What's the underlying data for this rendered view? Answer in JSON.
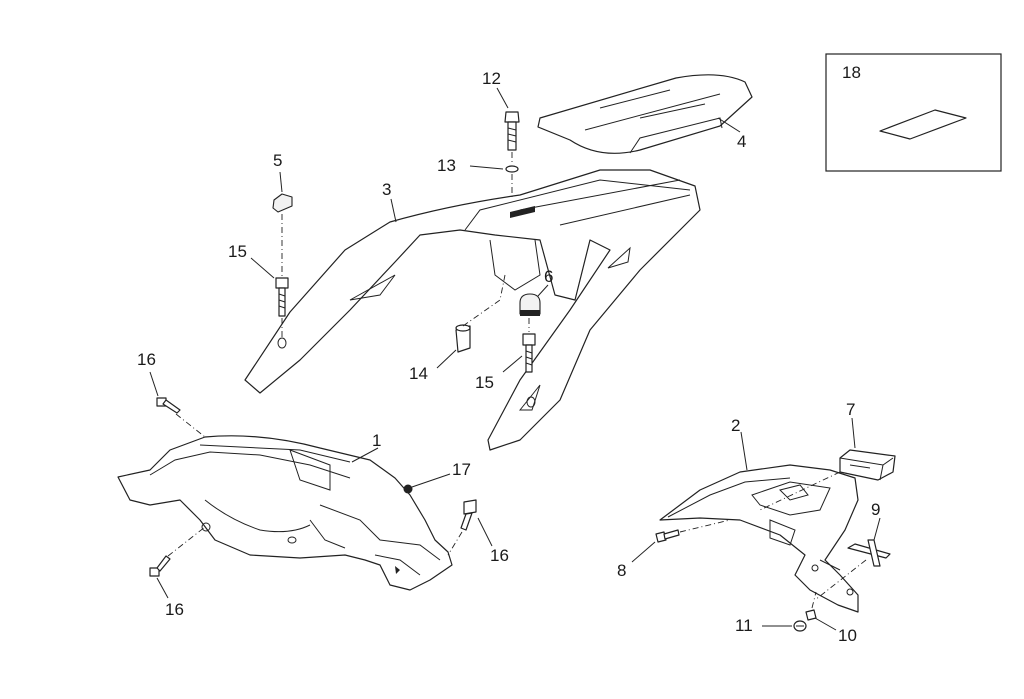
{
  "diagram": {
    "callouts": [
      {
        "id": "c1",
        "text": "1"
      },
      {
        "id": "c2",
        "text": "2"
      },
      {
        "id": "c3",
        "text": "3"
      },
      {
        "id": "c4",
        "text": "4"
      },
      {
        "id": "c5",
        "text": "5"
      },
      {
        "id": "c6",
        "text": "6"
      },
      {
        "id": "c7",
        "text": "7"
      },
      {
        "id": "c8",
        "text": "8"
      },
      {
        "id": "c9",
        "text": "9"
      },
      {
        "id": "c10",
        "text": "10"
      },
      {
        "id": "c11",
        "text": "11"
      },
      {
        "id": "c12",
        "text": "12"
      },
      {
        "id": "c13",
        "text": "13"
      },
      {
        "id": "c14",
        "text": "14"
      },
      {
        "id": "c15a",
        "text": "15"
      },
      {
        "id": "c15b",
        "text": "15"
      },
      {
        "id": "c16a",
        "text": "16"
      },
      {
        "id": "c16b",
        "text": "16"
      },
      {
        "id": "c16c",
        "text": "16"
      },
      {
        "id": "c17",
        "text": "17"
      },
      {
        "id": "c18",
        "text": "18"
      }
    ],
    "colors": {
      "line": "#222222",
      "background": "#ffffff"
    }
  }
}
